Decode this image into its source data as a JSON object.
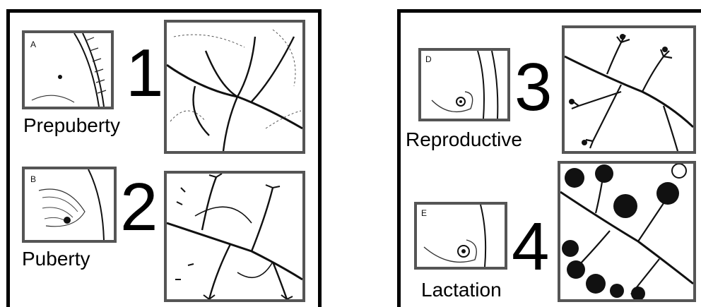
{
  "stages": [
    {
      "number": "1",
      "label": "Prepuberty",
      "photo_letter": "A"
    },
    {
      "number": "2",
      "label": "Puberty",
      "photo_letter": "B"
    },
    {
      "number": "3",
      "label": "Reproductive",
      "photo_letter": "D"
    },
    {
      "number": "4",
      "label": "Lactation",
      "photo_letter": "E"
    }
  ],
  "colors": {
    "panel_border": "#000000",
    "frame_border": "#555555",
    "ink": "#111111"
  }
}
